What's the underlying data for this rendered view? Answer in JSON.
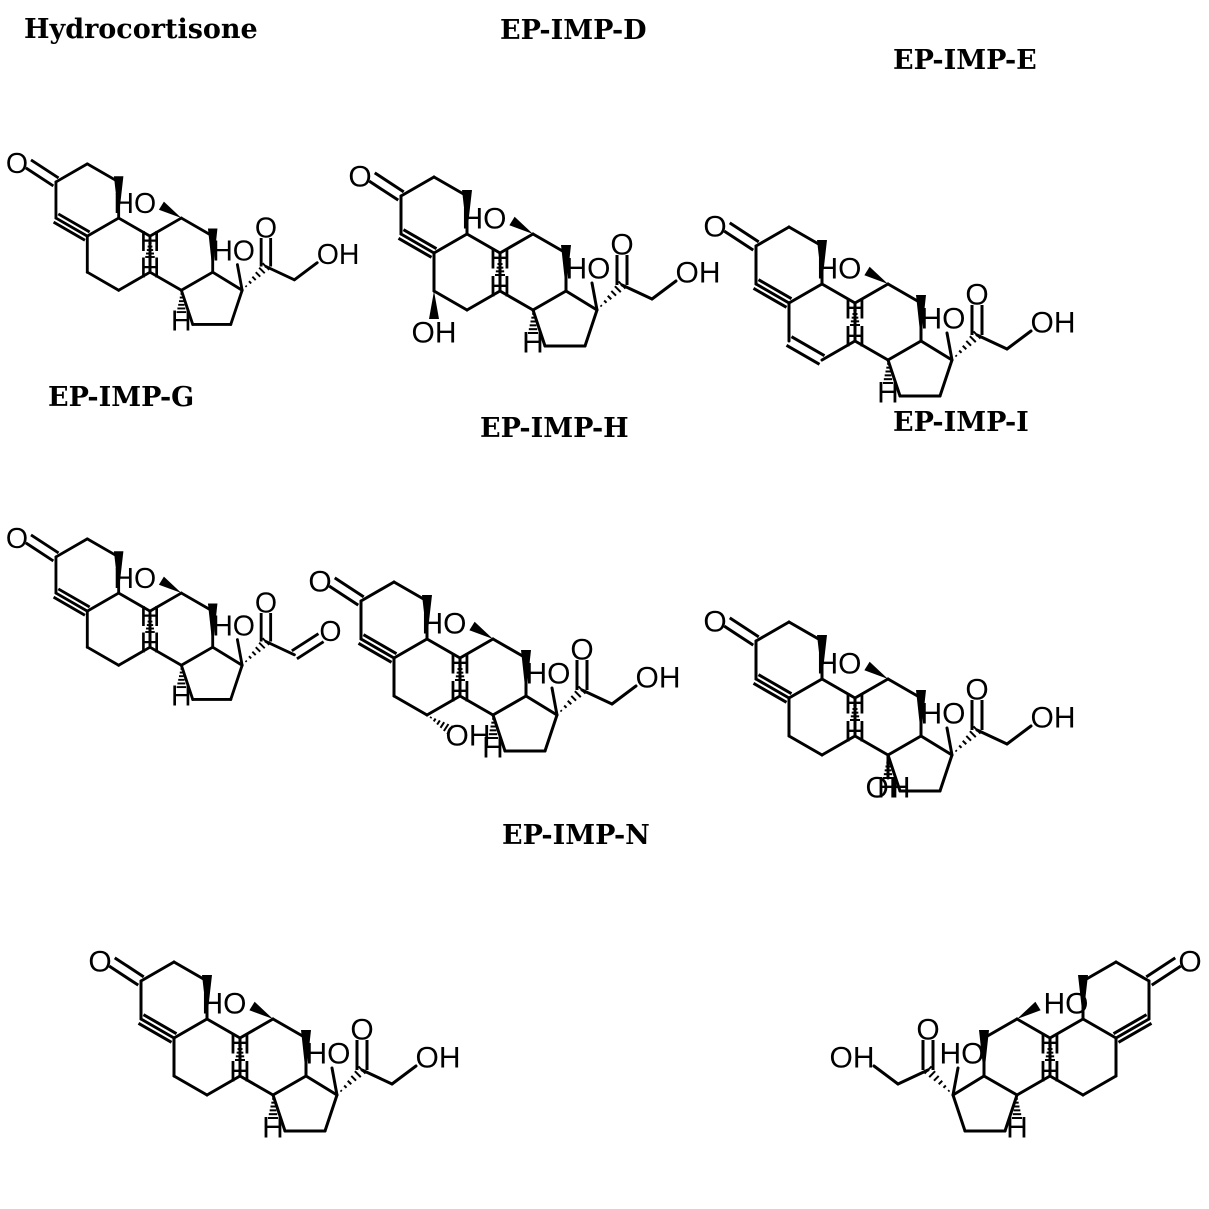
{
  "compounds": [
    {
      "id": "hydrocortisone",
      "name": "Hydrocortisone"
    },
    {
      "id": "imp-d",
      "name": "EP-IMP-D"
    },
    {
      "id": "imp-e",
      "name": "EP-IMP-E"
    },
    {
      "id": "imp-g",
      "name": "EP-IMP-G"
    },
    {
      "id": "imp-h",
      "name": "EP-IMP-H"
    },
    {
      "id": "imp-i",
      "name": "EP-IMP-I"
    },
    {
      "id": "imp-n",
      "name": "EP-IMP-N"
    }
  ],
  "atom_labels": {
    "oh": "OH",
    "ho": "HO",
    "o": "O",
    "h": "H"
  }
}
